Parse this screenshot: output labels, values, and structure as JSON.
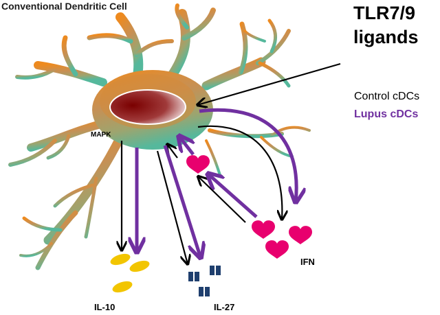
{
  "title": "Conventional Dendritic Cell",
  "stimulus": {
    "line1": "TLR7/9",
    "line2": "ligands"
  },
  "legend": {
    "control": "Control cDCs",
    "lupus": "Lupus cDCs"
  },
  "pathway": "MAPK",
  "outputs": {
    "il10": "IL-10",
    "il27": "IL-27",
    "ifn": "IFN"
  },
  "colors": {
    "control_arrow": "#000000",
    "lupus_arrow": "#7030a0",
    "il10_marker": "#f2c500",
    "il27_marker": "#1f3f6e",
    "ifn_marker": "#e8006e",
    "nucleus": "#8b0000",
    "cell_body_top": "#e08a2c",
    "cell_body_bottom": "#5fb8a0"
  }
}
